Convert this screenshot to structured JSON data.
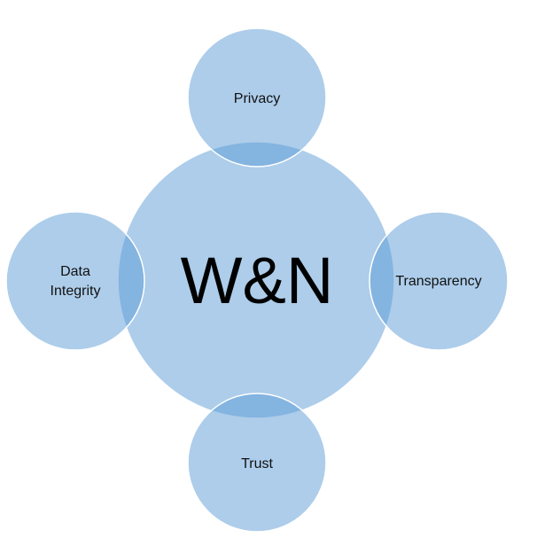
{
  "center": {
    "label": "W&N"
  },
  "satellites": {
    "top": {
      "label": "Privacy"
    },
    "left": {
      "line1": "Data",
      "line2": "Integrity"
    },
    "right": {
      "label": "Transparency"
    },
    "bottom": {
      "label": "Trust"
    }
  },
  "colors": {
    "fill": "#ADCDEA",
    "overlap": "#84B4DF"
  }
}
